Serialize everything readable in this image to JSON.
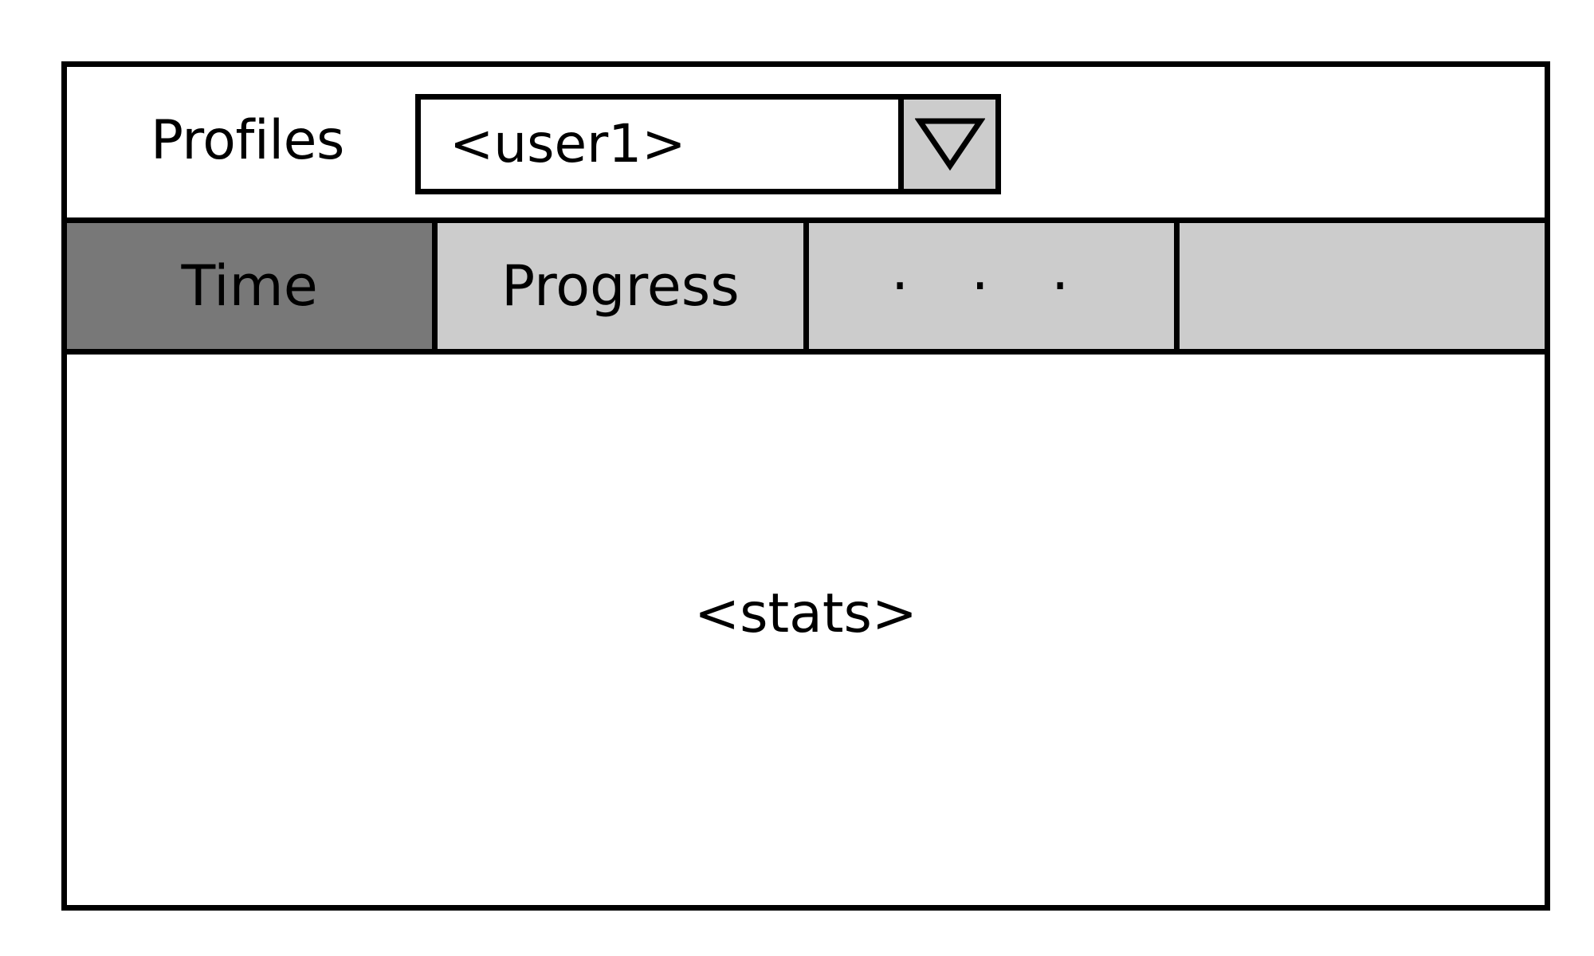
{
  "profiles": {
    "label": "Profiles",
    "selected_value": "<user1>",
    "dropdown_icon": "triangle-down-icon"
  },
  "tabs": [
    {
      "label": "Time",
      "active": true
    },
    {
      "label": "Progress",
      "active": false
    },
    {
      "label": "· · ·",
      "active": false
    },
    {
      "label": "",
      "active": false
    }
  ],
  "content": {
    "stats_placeholder": "<stats>"
  },
  "colors": {
    "active_tab": "#787878",
    "inactive_tab": "#cccccc",
    "border": "#000000",
    "background": "#ffffff"
  }
}
